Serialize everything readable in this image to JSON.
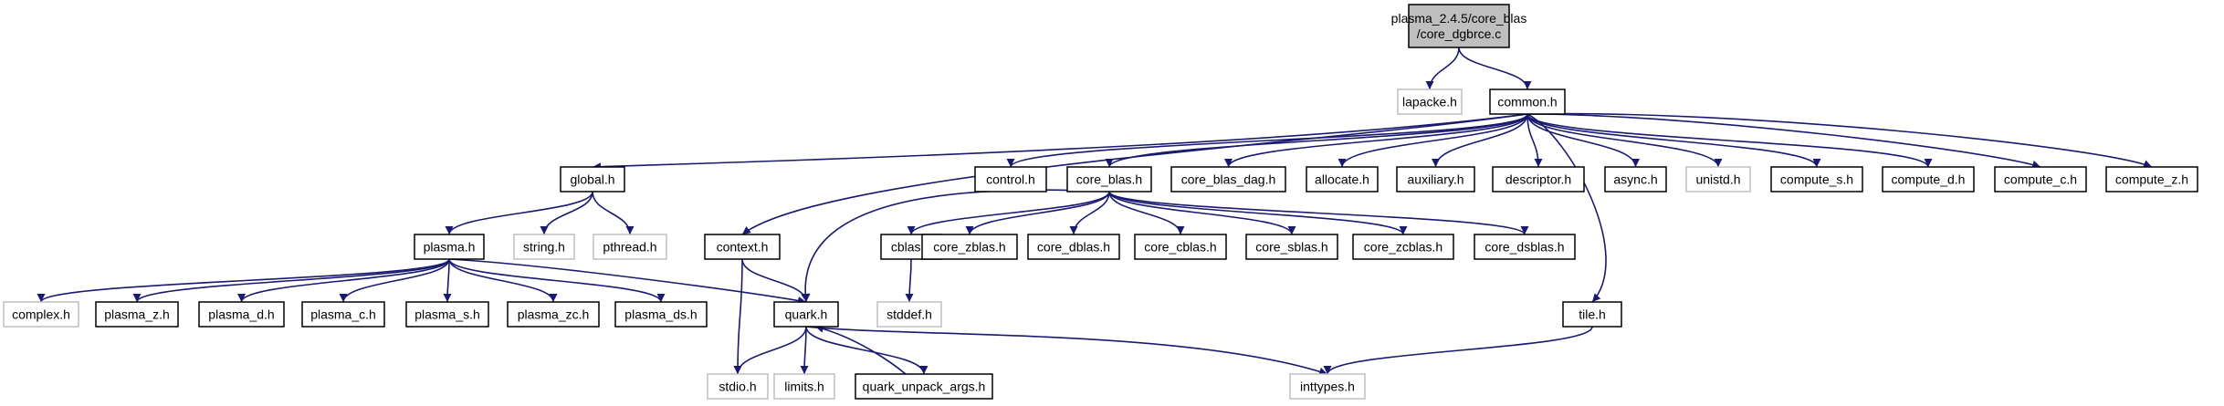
{
  "colors": {
    "edge": "#191970",
    "border_normal": "#000000",
    "border_external": "#bfbfbf",
    "root_fill": "#bfbfbf"
  },
  "nodes": {
    "root": {
      "lines": [
        "plasma_2.4.5/core_blas",
        "/core_dgbrce.c"
      ],
      "kind": "root"
    },
    "lapacke": {
      "lines": [
        "lapacke.h"
      ],
      "kind": "external"
    },
    "common": {
      "lines": [
        "common.h"
      ],
      "kind": "normal"
    },
    "global": {
      "lines": [
        "global.h"
      ],
      "kind": "normal"
    },
    "control": {
      "lines": [
        "control.h"
      ],
      "kind": "normal"
    },
    "core_blas": {
      "lines": [
        "core_blas.h"
      ],
      "kind": "normal"
    },
    "core_blas_dag": {
      "lines": [
        "core_blas_dag.h"
      ],
      "kind": "normal"
    },
    "allocate": {
      "lines": [
        "allocate.h"
      ],
      "kind": "normal"
    },
    "auxiliary": {
      "lines": [
        "auxiliary.h"
      ],
      "kind": "normal"
    },
    "descriptor": {
      "lines": [
        "descriptor.h"
      ],
      "kind": "normal"
    },
    "async": {
      "lines": [
        "async.h"
      ],
      "kind": "normal"
    },
    "unistd": {
      "lines": [
        "unistd.h"
      ],
      "kind": "external"
    },
    "compute_s": {
      "lines": [
        "compute_s.h"
      ],
      "kind": "normal"
    },
    "compute_d": {
      "lines": [
        "compute_d.h"
      ],
      "kind": "normal"
    },
    "compute_c": {
      "lines": [
        "compute_c.h"
      ],
      "kind": "normal"
    },
    "compute_z": {
      "lines": [
        "compute_z.h"
      ],
      "kind": "normal"
    },
    "plasma": {
      "lines": [
        "plasma.h"
      ],
      "kind": "normal"
    },
    "string": {
      "lines": [
        "string.h"
      ],
      "kind": "external"
    },
    "pthread": {
      "lines": [
        "pthread.h"
      ],
      "kind": "external"
    },
    "context": {
      "lines": [
        "context.h"
      ],
      "kind": "normal"
    },
    "cblas": {
      "lines": [
        "cblas.h"
      ],
      "kind": "normal"
    },
    "core_zblas": {
      "lines": [
        "core_zblas.h"
      ],
      "kind": "normal"
    },
    "core_dblas": {
      "lines": [
        "core_dblas.h"
      ],
      "kind": "normal"
    },
    "core_cblas": {
      "lines": [
        "core_cblas.h"
      ],
      "kind": "normal"
    },
    "core_sblas": {
      "lines": [
        "core_sblas.h"
      ],
      "kind": "normal"
    },
    "core_zcblas": {
      "lines": [
        "core_zcblas.h"
      ],
      "kind": "normal"
    },
    "core_dsblas": {
      "lines": [
        "core_dsblas.h"
      ],
      "kind": "normal"
    },
    "complex": {
      "lines": [
        "complex.h"
      ],
      "kind": "external"
    },
    "plasma_z": {
      "lines": [
        "plasma_z.h"
      ],
      "kind": "normal"
    },
    "plasma_d": {
      "lines": [
        "plasma_d.h"
      ],
      "kind": "normal"
    },
    "plasma_c": {
      "lines": [
        "plasma_c.h"
      ],
      "kind": "normal"
    },
    "plasma_s": {
      "lines": [
        "plasma_s.h"
      ],
      "kind": "normal"
    },
    "plasma_zc": {
      "lines": [
        "plasma_zc.h"
      ],
      "kind": "normal"
    },
    "plasma_ds": {
      "lines": [
        "plasma_ds.h"
      ],
      "kind": "normal"
    },
    "quark": {
      "lines": [
        "quark.h"
      ],
      "kind": "normal"
    },
    "stddef": {
      "lines": [
        "stddef.h"
      ],
      "kind": "external"
    },
    "tile": {
      "lines": [
        "tile.h"
      ],
      "kind": "normal"
    },
    "stdio": {
      "lines": [
        "stdio.h"
      ],
      "kind": "external"
    },
    "limits": {
      "lines": [
        "limits.h"
      ],
      "kind": "external"
    },
    "quark_unpack_args": {
      "lines": [
        "quark_unpack_args.h"
      ],
      "kind": "normal"
    },
    "inttypes": {
      "lines": [
        "inttypes.h"
      ],
      "kind": "external"
    }
  },
  "edges": [
    [
      "root",
      "lapacke"
    ],
    [
      "root",
      "common"
    ],
    [
      "common",
      "global"
    ],
    [
      "common",
      "control"
    ],
    [
      "common",
      "core_blas"
    ],
    [
      "common",
      "core_blas_dag"
    ],
    [
      "common",
      "allocate"
    ],
    [
      "common",
      "auxiliary"
    ],
    [
      "common",
      "descriptor"
    ],
    [
      "common",
      "async"
    ],
    [
      "common",
      "unistd"
    ],
    [
      "common",
      "compute_s"
    ],
    [
      "common",
      "compute_d"
    ],
    [
      "common",
      "compute_c"
    ],
    [
      "common",
      "compute_z"
    ],
    [
      "common",
      "context"
    ],
    [
      "common",
      "tile"
    ],
    [
      "global",
      "plasma"
    ],
    [
      "global",
      "string"
    ],
    [
      "global",
      "pthread"
    ],
    [
      "plasma",
      "complex"
    ],
    [
      "plasma",
      "plasma_z"
    ],
    [
      "plasma",
      "plasma_d"
    ],
    [
      "plasma",
      "plasma_c"
    ],
    [
      "plasma",
      "plasma_s"
    ],
    [
      "plasma",
      "plasma_zc"
    ],
    [
      "plasma",
      "plasma_ds"
    ],
    [
      "plasma",
      "quark"
    ],
    [
      "core_blas",
      "quark"
    ],
    [
      "core_blas",
      "cblas"
    ],
    [
      "core_blas",
      "core_zblas"
    ],
    [
      "core_blas",
      "core_dblas"
    ],
    [
      "core_blas",
      "core_cblas"
    ],
    [
      "core_blas",
      "core_sblas"
    ],
    [
      "core_blas",
      "core_zcblas"
    ],
    [
      "core_blas",
      "core_dsblas"
    ],
    [
      "context",
      "quark"
    ],
    [
      "context",
      "stdio"
    ],
    [
      "cblas",
      "stddef"
    ],
    [
      "quark",
      "stdio"
    ],
    [
      "quark",
      "limits"
    ],
    [
      "quark",
      "quark_unpack_args"
    ],
    [
      "quark",
      "inttypes"
    ],
    [
      "quark_unpack_args",
      "quark"
    ],
    [
      "tile",
      "inttypes"
    ]
  ]
}
